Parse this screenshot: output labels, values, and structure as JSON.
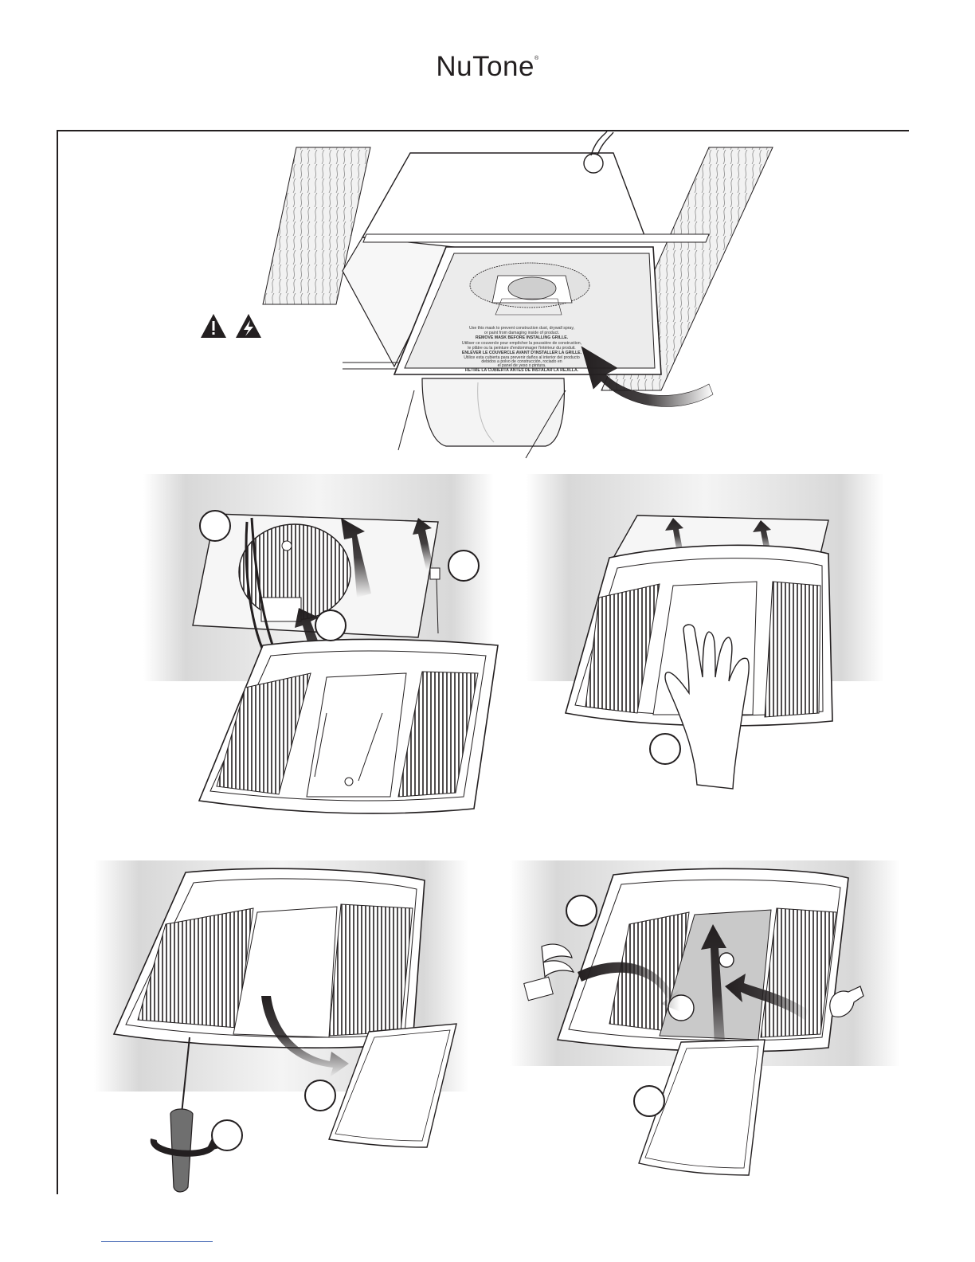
{
  "header": {
    "brand": "NuTone",
    "trademark": "®"
  },
  "figure1": {
    "mask_label_lines": [
      "Use this mask to prevent construction dust, drywall spray,",
      "or paint from damaging inside of product.",
      "REMOVE MASK BEFORE INSTALLING GRILLE.",
      "Utiliser ce couvercle pour empêcher la poussière de construction,",
      "le plâtre ou la peinture d'endommager l'intérieur du produit.",
      "ENLEVER LE COUVERCLE AVANT D'INSTALLER LA GRILLE.",
      "Utilice esta cubierta para prevenir daños al interior del producto",
      "debidos a polvo de construcción, rociado en",
      "el panel de yeso o pintura.",
      "RETIRE LA CUBIERTA ANTES DE INSTALAR LA REJILLA."
    ],
    "warning_icons": [
      "caution-icon",
      "electrical-hazard-icon"
    ]
  },
  "colors": {
    "ink": "#231f20",
    "band": "#d9d9d9",
    "wood": "#efefef"
  }
}
